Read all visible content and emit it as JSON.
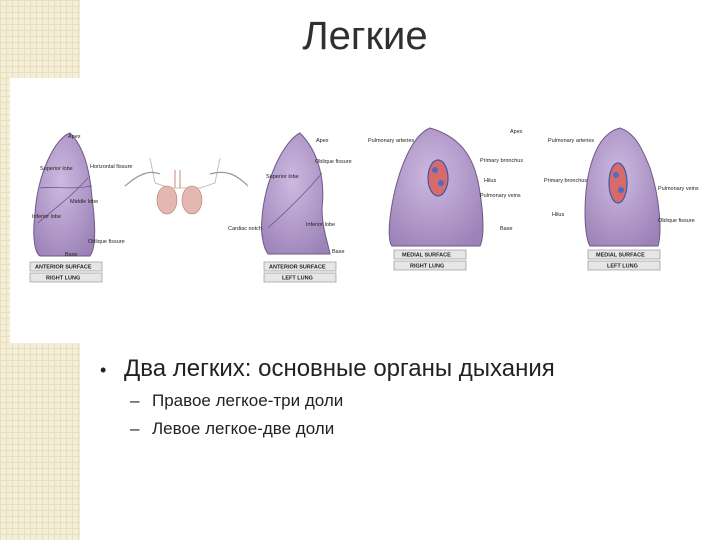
{
  "slide": {
    "title": "Легкие",
    "bullet": "Два легких: основные органы дыхания",
    "subbullets": [
      "Правое легкое-три доли",
      "Левое легкое-две доли"
    ]
  },
  "figure": {
    "labels": {
      "apex": "Apex",
      "superior_lobe": "Superior lobe",
      "horizontal_fissure": "Horizontal fissure",
      "middle_lobe": "Middle lobe",
      "inferior_lobe": "Inferior lobe",
      "oblique_fissure": "Oblique fissure",
      "base": "Base",
      "cardiac_notch": "Cardiac notch",
      "pulmonary_arteries": "Pulmonary arteries",
      "primary_bronchus": "Primary bronchus",
      "hilus": "Hilus",
      "pulmonary_veins": "Pulmonary veins",
      "superior_lobe_2": "Superior lobe",
      "inferior_lobe_2": "Inferior lobe",
      "oblique_fissure_2": "Oblique fissure",
      "base_2": "Base"
    },
    "captions": {
      "anterior_right": [
        "ANTERIOR SURFACE",
        "RIGHT LUNG"
      ],
      "anterior_left": [
        "ANTERIOR SURFACE",
        "LEFT LUNG"
      ],
      "medial_right": [
        "MEDIAL SURFACE",
        "RIGHT LUNG"
      ],
      "medial_left": [
        "MEDIAL SURFACE",
        "LEFT LUNG"
      ]
    }
  },
  "colors": {
    "lung_fill": "#b79fcf",
    "lung_stroke": "#6e5a86",
    "sidebar": "#f4efd8"
  }
}
